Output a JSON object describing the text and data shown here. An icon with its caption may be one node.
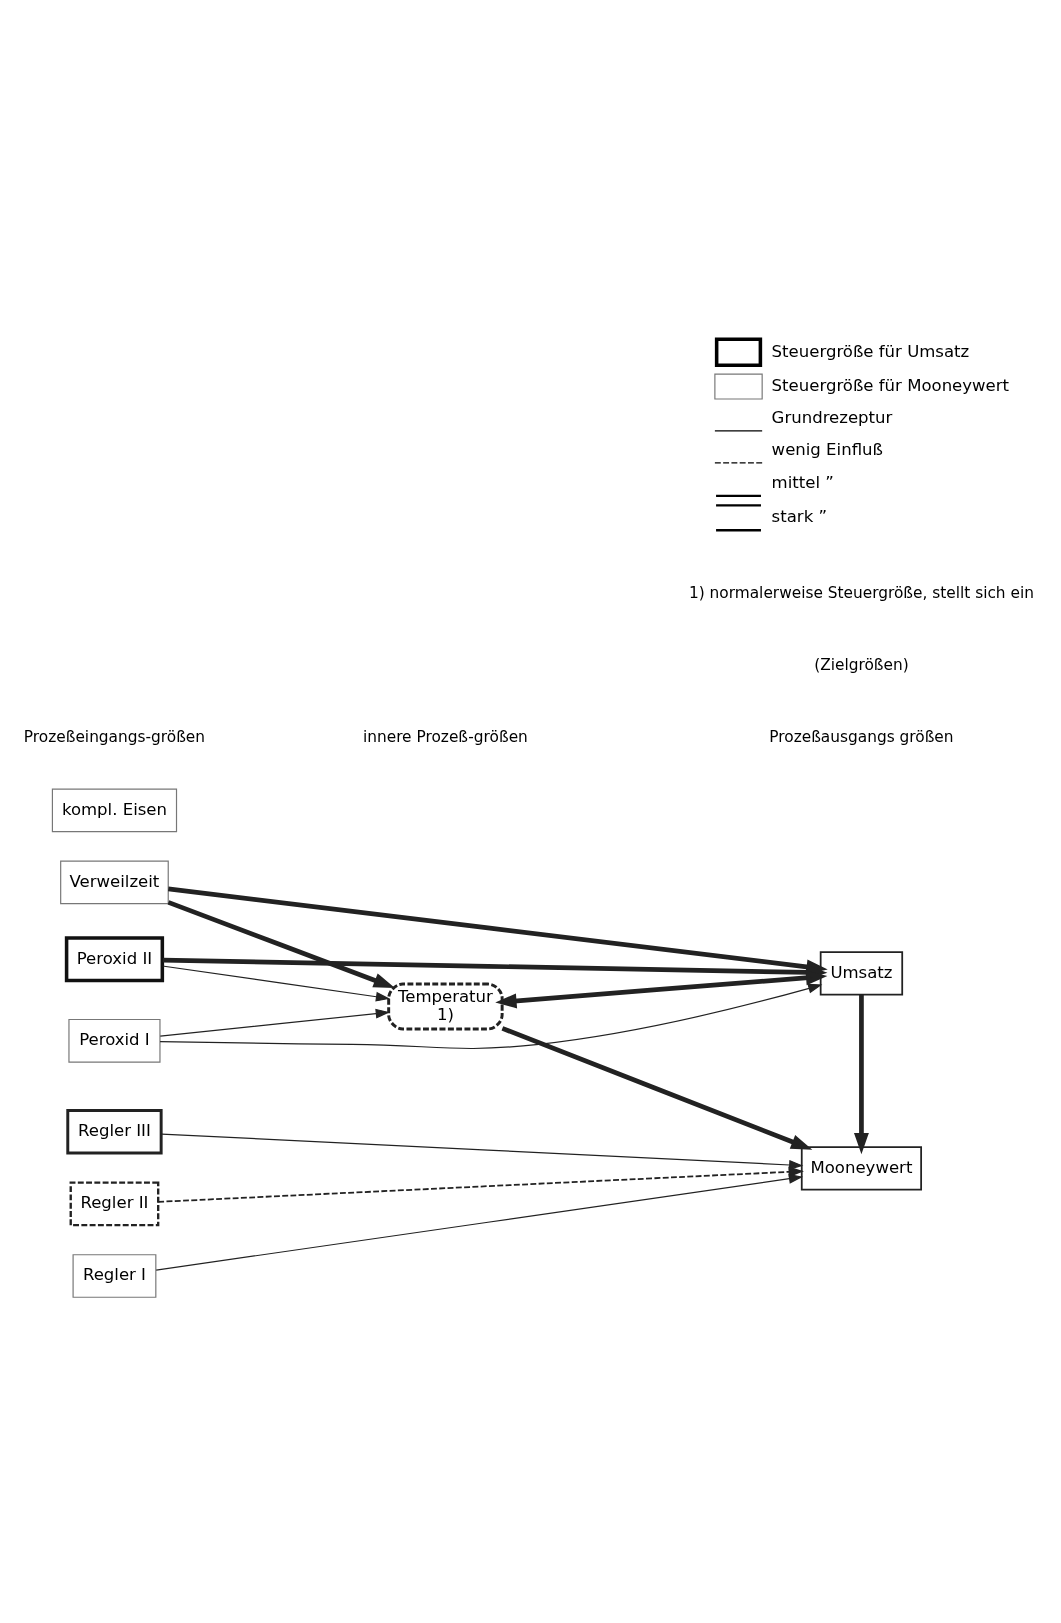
{
  "diagram": {
    "nodes": [
      {
        "text": [
          "Peroxid I"
        ]
      },
      {
        "text": [
          "kompl. Eisen"
        ]
      },
      {
        "text": [
          "Peroxid II"
        ]
      },
      {
        "text": [
          "Regler I"
        ]
      },
      {
        "text": [
          "Regler II"
        ]
      },
      {
        "text": [
          "Regler III"
        ]
      },
      {
        "text": [
          "Verweilzeit"
        ]
      },
      {
        "text": [
          "Temperatur",
          "1)"
        ]
      },
      {
        "text": [
          "Mooneywert"
        ]
      },
      {
        "text": [
          "Umsatz"
        ]
      }
    ],
    "edges": [
      {
        "from": 0,
        "to": 7,
        "arrow": "to"
      },
      {
        "from": 0,
        "to": 9,
        "arrow": "to"
      },
      {
        "from": 2,
        "to": 7,
        "arrow": "to"
      },
      {
        "from": 2,
        "to": 9,
        "arrow": "to",
        "style": "thick"
      },
      {
        "from": 3,
        "to": 8,
        "arrow": "to"
      },
      {
        "from": 4,
        "to": 8,
        "arrow": "to",
        "style": "dashed"
      },
      {
        "from": 5,
        "to": 8,
        "arrow": "to"
      },
      {
        "from": 6,
        "to": 7,
        "arrow": "to",
        "style": "thick"
      },
      {
        "from": 6,
        "to": 9,
        "arrow": "to",
        "style": "thick"
      },
      {
        "from": 7,
        "to": 9,
        "arrow": "both",
        "style": "thick"
      },
      {
        "from": 7,
        "to": 8,
        "arrow": "to",
        "style": "thick"
      },
      {
        "from": 9,
        "to": 8,
        "arrow": "to",
        "style": "thick"
      }
    ],
    "labels": [
      "Prozeßeingangs-größen",
      "innere Prozeß-größen",
      "Prozeßausgangs größen",
      "(Zielgrößen)",
      "1) normalerweise Steuergröße, stellt sich ein"
    ],
    "legend": [
      {
        "text": "Steuergröße für Umsatz"
      },
      {
        "text": "Steuergröße für Mooneywert"
      },
      {
        "text": "Grundrezeptur"
      },
      {
        "text": "wenig Einfluß"
      },
      {
        "text": "mittel ”"
      },
      {
        "text": "stark ”"
      }
    ]
  }
}
